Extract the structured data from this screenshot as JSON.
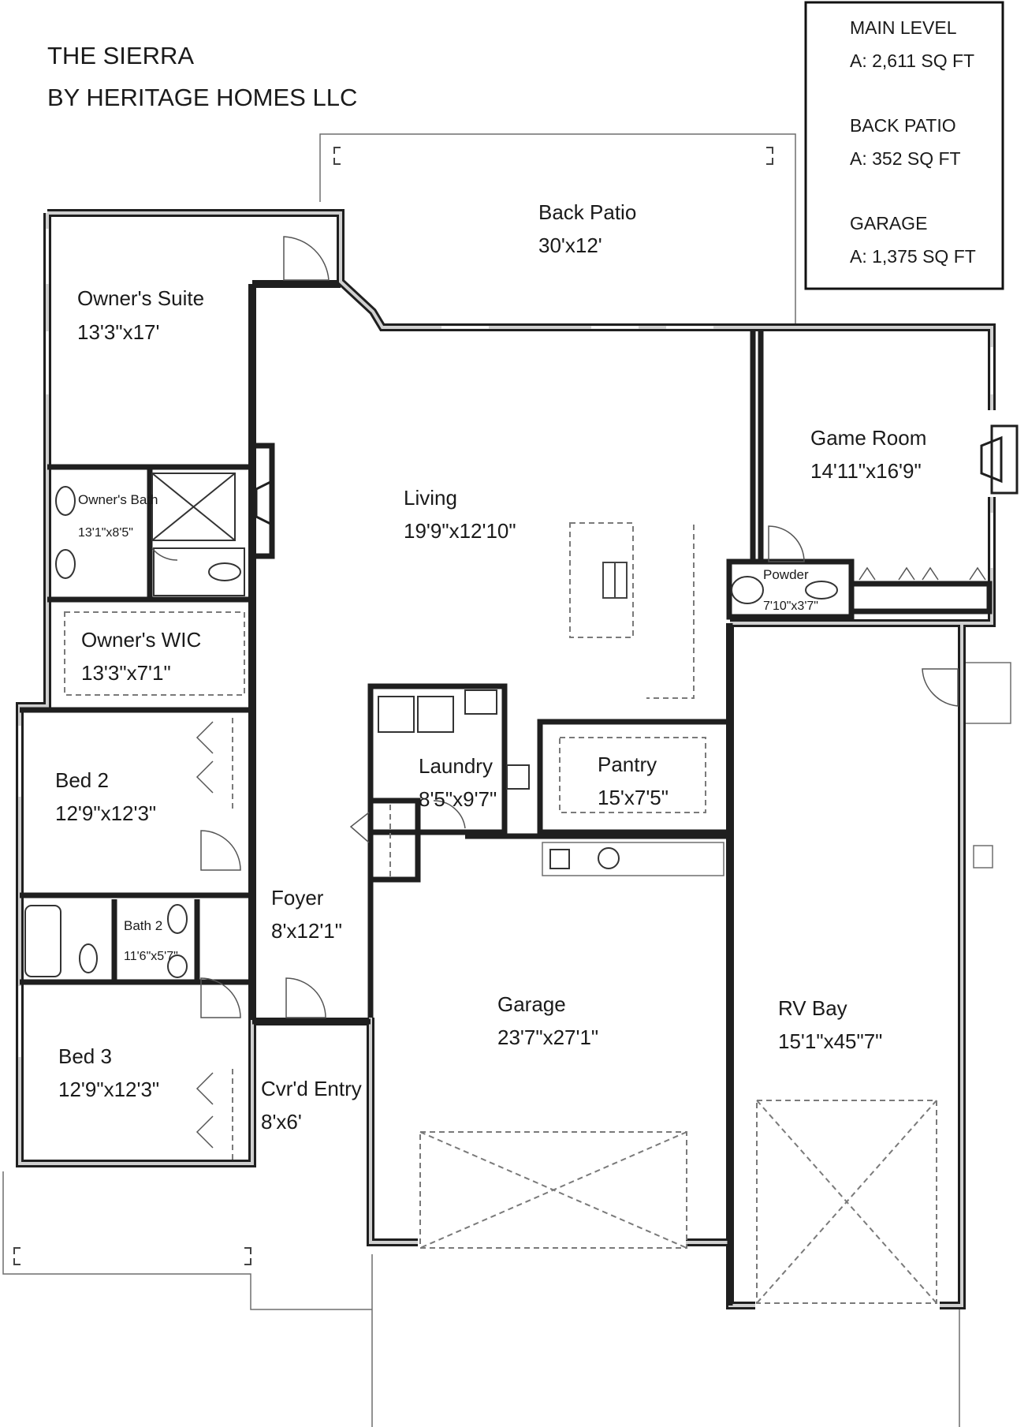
{
  "title": {
    "line1": "THE SIERRA",
    "line2": "BY HERITAGE HOMES LLC"
  },
  "areas": {
    "main_label": "MAIN LEVEL",
    "main_value": "A: 2,611 SQ FT",
    "patio_label": "BACK PATIO",
    "patio_value": "A: 352 SQ FT",
    "garage_label": "GARAGE",
    "garage_value": "A: 1,375 SQ FT"
  },
  "rooms": {
    "owners_suite": {
      "name": "Owner's Suite",
      "size": "13'3\"x17'"
    },
    "owners_bath": {
      "name": "Owner's Bath",
      "size": "13'1\"x8'5\""
    },
    "owners_wic": {
      "name": "Owner's WIC",
      "size": "13'3\"x7'1\""
    },
    "bed2": {
      "name": "Bed 2",
      "size": "12'9\"x12'3\""
    },
    "bath2": {
      "name": "Bath 2",
      "size": "11'6\"x5'7\""
    },
    "bed3": {
      "name": "Bed 3",
      "size": "12'9\"x12'3\""
    },
    "foyer": {
      "name": "Foyer",
      "size": "8'x12'1\""
    },
    "cvrd_entry": {
      "name": "Cvr'd Entry",
      "size": "8'x6'"
    },
    "back_patio": {
      "name": "Back Patio",
      "size": "30'x12'"
    },
    "living": {
      "name": "Living",
      "size": "19'9\"x12'10\""
    },
    "game_room": {
      "name": "Game Room",
      "size": "14'11\"x16'9\""
    },
    "powder": {
      "name": "Powder",
      "size": "7'10\"x3'7\""
    },
    "laundry": {
      "name": "Laundry",
      "size": "8'5\"x9'7\""
    },
    "pantry": {
      "name": "Pantry",
      "size": "15'x7'5\""
    },
    "garage": {
      "name": "Garage",
      "size": "23'7\"x27'1\""
    },
    "rv_bay": {
      "name": "RV Bay",
      "size": "15'1\"x45\"7\""
    }
  },
  "colors": {
    "wall": "#1f1f1f",
    "wall_fill": "#d0d0d0",
    "line": "#6e6e6e",
    "dash": "#7a7a7a"
  }
}
